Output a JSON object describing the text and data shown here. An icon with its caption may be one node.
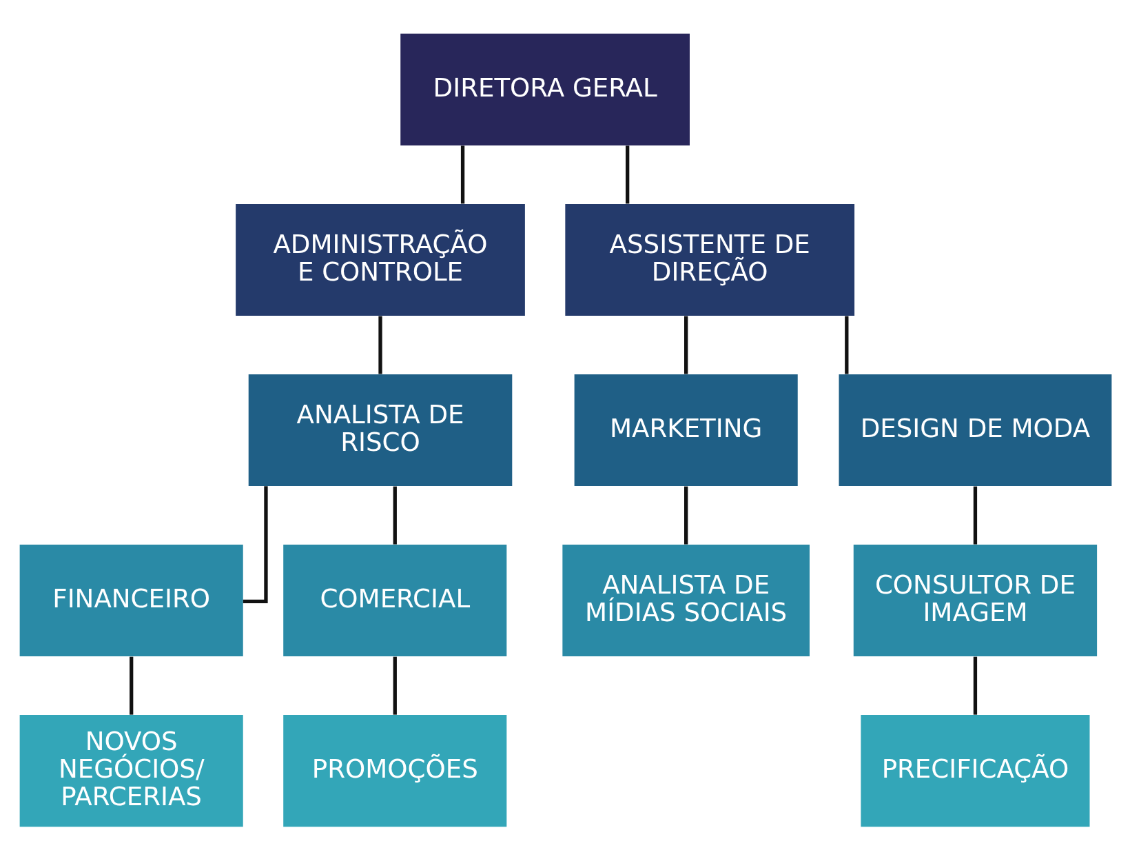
{
  "diagram": {
    "nodes": [
      {
        "text": [
          "DIRETORA GERAL"
        ]
      },
      {
        "text": [
          "ADMINISTRAÇÃO E CONTROLE"
        ]
      },
      {
        "text": [
          "ASSISTENTE DE DIREÇÃO"
        ]
      },
      {
        "text": [
          "ANALISTA DE RISCO"
        ]
      },
      {
        "text": [
          "MARKETING"
        ]
      },
      {
        "text": [
          "DESIGN DE MODA"
        ]
      },
      {
        "text": [
          "FINANCEIRO"
        ]
      },
      {
        "text": [
          "COMERCIAL"
        ]
      },
      {
        "text": [
          "ANALISTA DE MÍDIAS SOCIAIS"
        ]
      },
      {
        "text": [
          "CONSULTOR DE IMAGEM"
        ]
      },
      {
        "text": [
          "NOVOS NEGÓCIOS/ PARCERIAS"
        ]
      },
      {
        "text": [
          "PROMOÇÕES"
        ]
      },
      {
        "text": [
          "PRECIFICAÇÃO"
        ]
      }
    ],
    "edges": [
      {
        "from": 0,
        "to": 1,
        "arrow": "none"
      },
      {
        "from": 0,
        "to": 2,
        "arrow": "none"
      },
      {
        "from": 1,
        "to": 3,
        "arrow": "none"
      },
      {
        "from": 2,
        "to": 4,
        "arrow": "none"
      },
      {
        "from": 2,
        "to": 5,
        "arrow": "none"
      },
      {
        "from": 3,
        "to": 6,
        "arrow": "none"
      },
      {
        "from": 3,
        "to": 7,
        "arrow": "none"
      },
      {
        "from": 4,
        "to": 8,
        "arrow": "none"
      },
      {
        "from": 5,
        "to": 9,
        "arrow": "none"
      },
      {
        "from": 6,
        "to": 10,
        "arrow": "none"
      },
      {
        "from": 7,
        "to": 11,
        "arrow": "none"
      },
      {
        "from": 9,
        "to": 12,
        "arrow": "none"
      }
    ]
  }
}
